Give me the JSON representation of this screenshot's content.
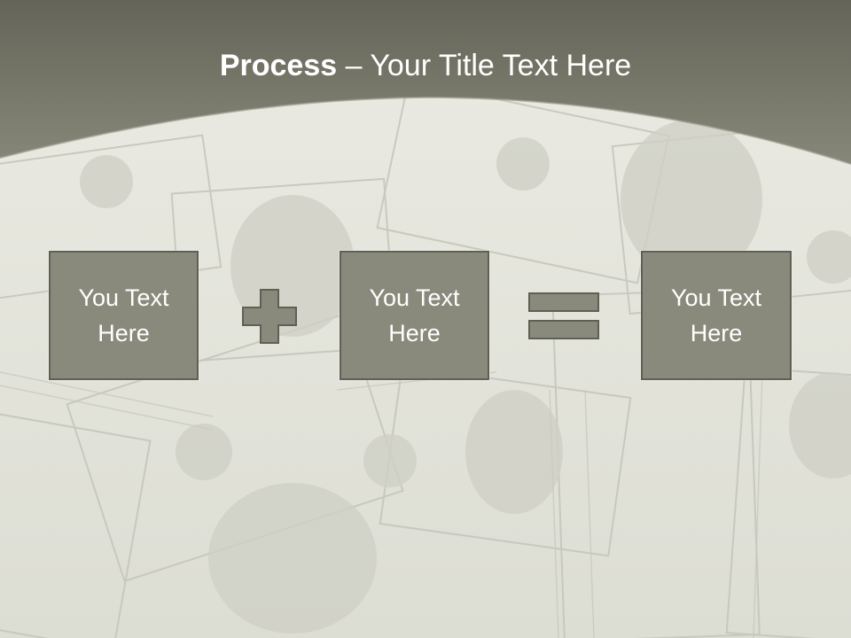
{
  "slide": {
    "title_bold": "Process",
    "title_rest": " – Your Title Text Here"
  },
  "process": {
    "boxes": [
      {
        "text_line1": "You Text",
        "text_line2": "Here"
      },
      {
        "text_line1": "You Text",
        "text_line2": "Here"
      },
      {
        "text_line1": "You Text",
        "text_line2": "Here"
      }
    ],
    "operators": [
      "plus-icon",
      "equals-icon"
    ]
  },
  "colors": {
    "header": "#77776d",
    "box_fill": "#8a8a7c",
    "box_border": "#5f5f55",
    "text": "#ffffff",
    "background": "#e4e4dc"
  }
}
